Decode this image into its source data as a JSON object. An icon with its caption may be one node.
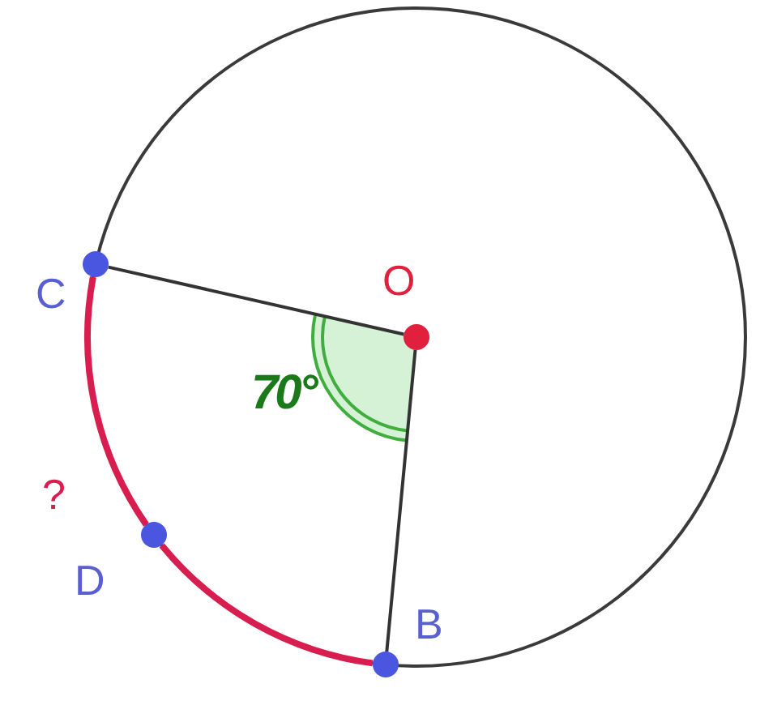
{
  "diagram": {
    "nodes": [
      {
        "text": [],
        "shape": "circle",
        "beside": [
          "O"
        ]
      },
      {
        "text": [],
        "shape": "circle",
        "beside": [
          "C"
        ]
      },
      {
        "text": [],
        "shape": "circle",
        "beside": [
          "D"
        ]
      },
      {
        "text": [],
        "shape": "circle",
        "beside": [
          "B"
        ]
      }
    ],
    "edges": [
      {
        "from": 0,
        "to": 1,
        "arrow": "none"
      },
      {
        "from": 0,
        "to": 3,
        "arrow": "none"
      },
      {
        "from": 1,
        "to": 2,
        "arrow": "none",
        "style": "thick",
        "color": "#d81e4f"
      },
      {
        "from": 2,
        "to": 3,
        "arrow": "none",
        "style": "thick",
        "color": "#d81e4f"
      }
    ],
    "labels": [
      "70°",
      "?"
    ]
  }
}
